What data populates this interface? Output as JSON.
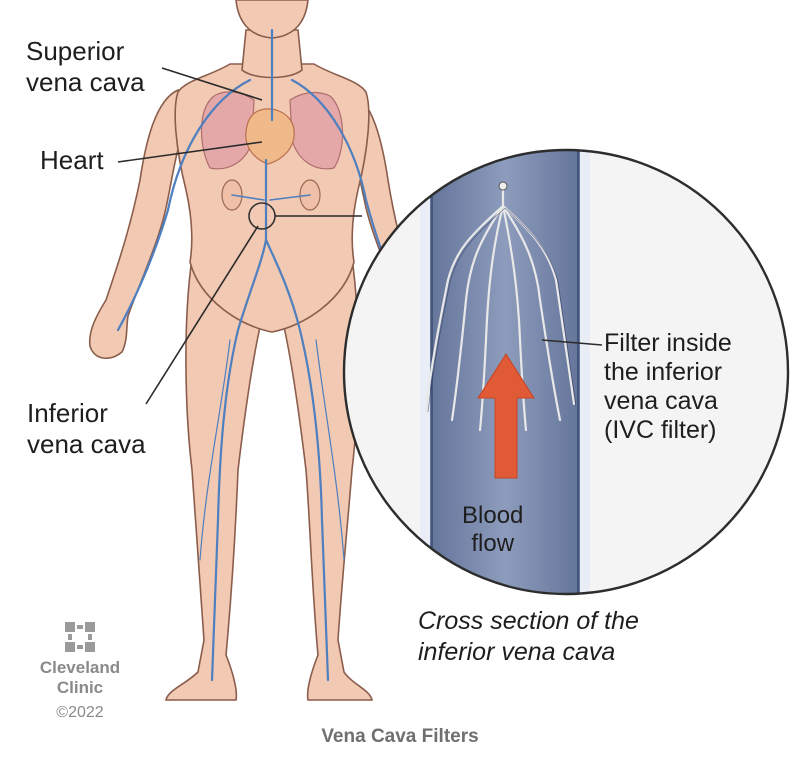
{
  "labels": {
    "superior": [
      "Superior",
      "vena cava"
    ],
    "heart": "Heart",
    "inferior": [
      "Inferior",
      "vena cava"
    ],
    "filter": [
      "Filter inside",
      "the inferior",
      "vena cava",
      "(IVC filter)"
    ],
    "blood_flow": [
      "Blood",
      "flow"
    ]
  },
  "caption": [
    "Cross section of the",
    "inferior vena cava"
  ],
  "title": "Vena Cava Filters",
  "brand": {
    "name": [
      "Cleveland",
      "Clinic"
    ],
    "copyright": "©2022"
  },
  "icons": {
    "logo": "cleveland-clinic-logo-icon",
    "flow_arrow": "arrow-up-icon"
  },
  "colors": {
    "skin": "#f2c9b3",
    "skin_outline": "#8a5d4c",
    "vein": "#4e7fbf",
    "vessel_wall": "#7f93b6",
    "blood_arrow": "#e05a35",
    "lung": "#e3a5a8"
  }
}
